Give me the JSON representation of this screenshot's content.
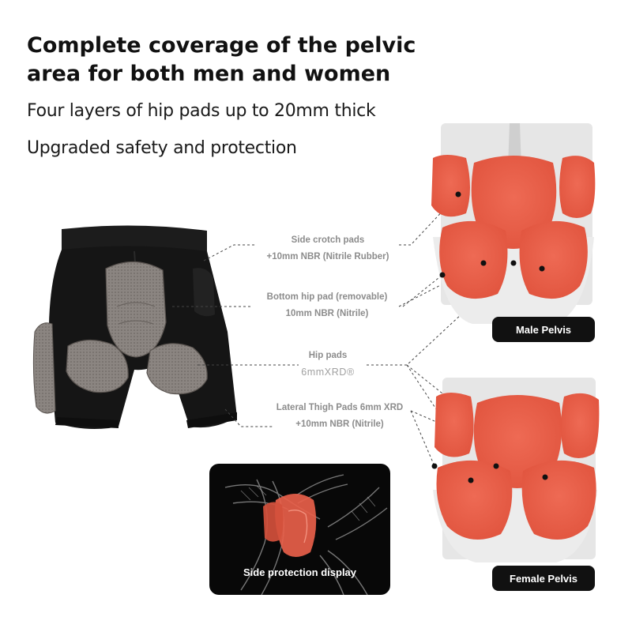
{
  "headline": {
    "line1": "Complete coverage of the pelvic",
    "line2": "area for both men and women"
  },
  "subheadings": [
    "Four layers of hip pads up to 20mm thick",
    "Upgraded safety and protection"
  ],
  "annotations": {
    "side_crotch": {
      "title": "Side crotch pads",
      "spec": "+10mm NBR (Nitrile Rubber)"
    },
    "bottom_hip": {
      "title": "Bottom hip pad (removable)",
      "spec": "10mm NBR (Nitrile)"
    },
    "hip_pads": {
      "title": "Hip pads",
      "spec": "6mmXRD®"
    },
    "lateral_thigh": {
      "title": "Lateral Thigh Pads 6mm XRD",
      "spec": "+10mm NBR (Nitrile)"
    }
  },
  "labels": {
    "male": "Male Pelvis",
    "female": "Female Pelvis",
    "side_display": "Side protection display"
  },
  "colors": {
    "pad_red": "#e8604a",
    "pad_red_light": "#f08a76",
    "shorts_black": "#151515",
    "pad_gray": "#8a8480",
    "label_bg": "#111111"
  }
}
